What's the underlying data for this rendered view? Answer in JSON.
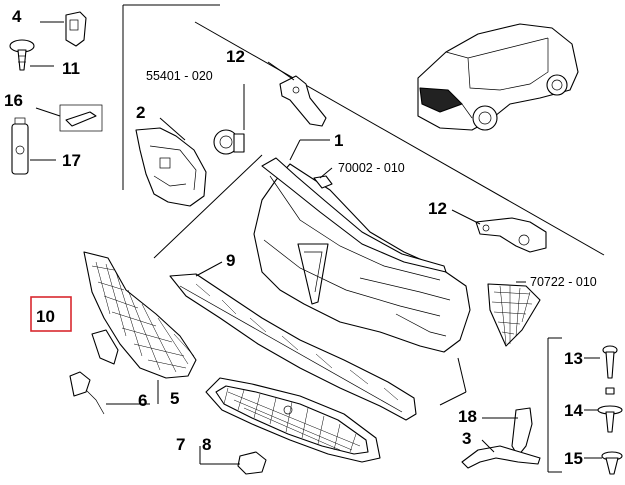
{
  "callouts": {
    "c1": "1",
    "c2": "2",
    "c3": "3",
    "c4": "4",
    "c5": "5",
    "c6": "6",
    "c7": "7",
    "c8": "8",
    "c10": "10",
    "c11": "11",
    "c12a": "12",
    "c12b": "12",
    "c13": "13",
    "c14": "14",
    "c15": "15",
    "c16": "16",
    "c17": "17",
    "c18": "18"
  },
  "refs": {
    "r55401": "55401 - 020",
    "r70002": "70002 - 010",
    "r70722": "70722 - 010"
  },
  "colors": {
    "highlight": "#d9282f",
    "ink": "#000000"
  }
}
